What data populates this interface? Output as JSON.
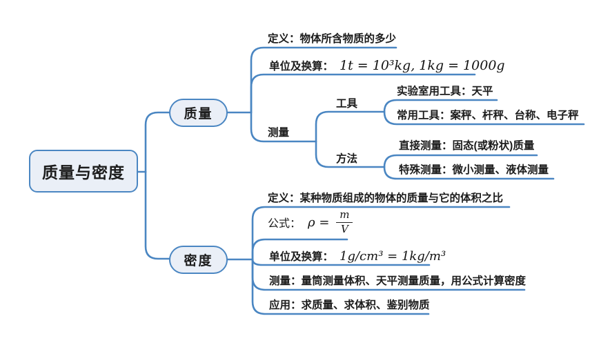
{
  "colors": {
    "line": "#4a86c2",
    "node_fill": "#eaeff7",
    "node_border": "#4a86c2",
    "text": "#1c1c1c"
  },
  "root": {
    "label": "质量与密度"
  },
  "mass": {
    "node_label": "质量",
    "definition": "定义：物体所含物质的多少",
    "unit_label": "单位及换算：",
    "unit_math": "1t = 10³kg, 1kg = 1000g",
    "measure_label": "测量",
    "tools_label": "工具",
    "methods_label": "方法",
    "lab_tool": "实验室用工具：天平",
    "common_tools": "常用工具：案秤、杆秤、台称、电子秤",
    "direct_measure": "直接测量：固态(或粉状)质量",
    "special_measure": "特殊测量：微小测量、液体测量"
  },
  "density": {
    "node_label": "密度",
    "definition": "定义：某种物质组成的物体的质量与它的体积之比",
    "formula_label": "公式：",
    "formula_lhs": "ρ =",
    "formula_numerator": "m",
    "formula_denominator": "V",
    "unit_label": "单位及换算：",
    "unit_math": "1g/cm³ = 1kg/m³",
    "measure": "测量：量筒测量体积、天平测量质量，用公式计算密度",
    "application": "应用：求质量、求体积、鉴别物质"
  }
}
